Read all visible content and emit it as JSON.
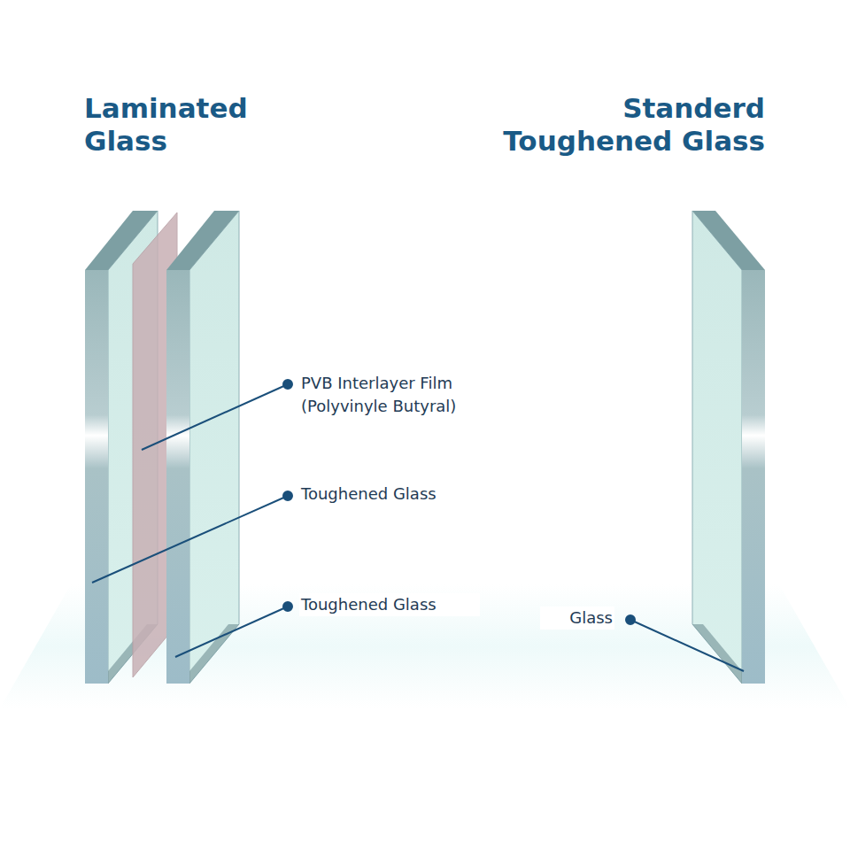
{
  "diagram": {
    "labels": [
      "Laminated Glass",
      "Standerd Toughened Glass",
      "PVB Interlayer Film (Polyvinyle Butyral)",
      "Toughened Glass",
      "Toughened Glass",
      "Glass"
    ]
  }
}
